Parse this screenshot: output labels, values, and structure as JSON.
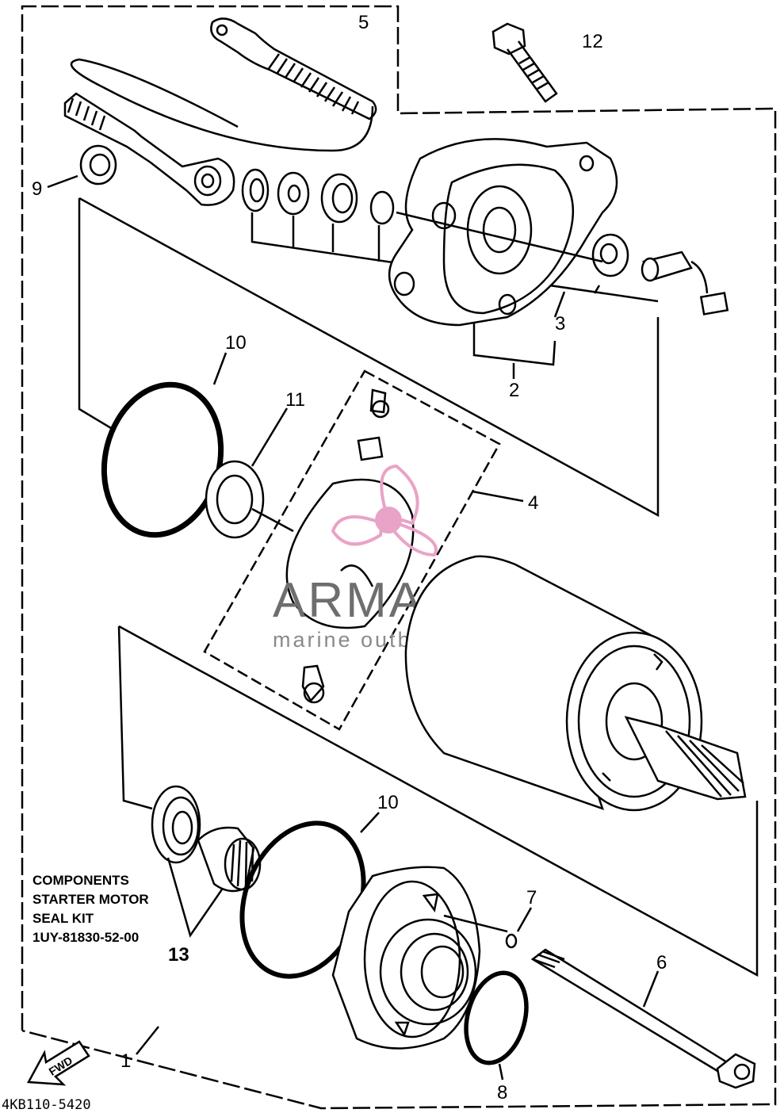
{
  "diagram": {
    "callouts": {
      "c1": "1",
      "c2": "2",
      "c3": "3",
      "c4": "4",
      "c5": "5",
      "c6": "6",
      "c7": "7",
      "c8": "8",
      "c9": "9",
      "c10a": "10",
      "c10b": "10",
      "c11": "11",
      "c12": "12",
      "c13": "13"
    },
    "info_box": {
      "line1": "COMPONENTS",
      "line2": "STARTER MOTOR",
      "line3": "SEAL KIT",
      "line4": "1UY-81830-52-00"
    },
    "fwd_label": "FWD",
    "drawing_number": "4KB110-5420"
  },
  "watermark": {
    "title": "ARMADA",
    "subtitle": "marine outboards",
    "color_logo": "#e9a3c6",
    "color_text": "#6e6e6e"
  }
}
